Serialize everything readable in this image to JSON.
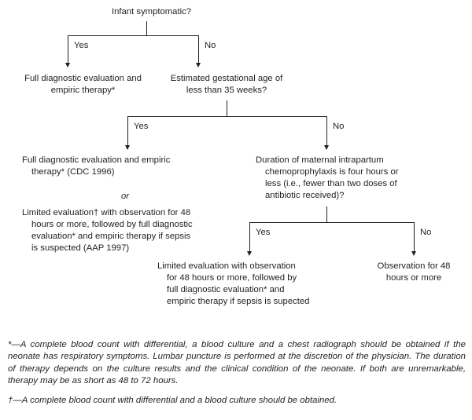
{
  "diagram": {
    "type": "flowchart",
    "title_node": "Infant symptomatic?",
    "nodes": {
      "root": "Infant symptomatic?",
      "symptomatic_yes": "Full diagnostic evaluation and\nempiric therapy*",
      "gestational_age": "Estimated gestational age of\nless than 35 weeks?",
      "preterm_yes_line1": "Full diagnostic evaluation and empiric\ntherapy* (CDC 1996)",
      "preterm_or": "or",
      "preterm_yes_line2": "Limited evaluation† with observation for 48\nhours or more, followed by full diagnostic\nevaluation* and empiric therapy if sepsis\nis suspected (AAP 1997)",
      "chemoprophylaxis": "Duration of maternal intrapartum\nchemoprophylaxis is four hours or\nless (i.e., fewer than two doses of\nantibiotic received)?",
      "chemo_yes": "Limited evaluation with observation\nfor 48 hours or more, followed by\nfull diagnostic evaluation* and\nempiric therapy if sepsis is supected",
      "chemo_no": "Observation for 48\nhours or more"
    },
    "branch_labels": {
      "level1_yes": "Yes",
      "level1_no": "No",
      "level2_yes": "Yes",
      "level2_no": "No",
      "level3_yes": "Yes",
      "level3_no": "No"
    },
    "line_color": "#231f20"
  },
  "footnotes": [
    "*—A complete blood count with differential, a blood culture and a chest radiograph should be obtained if the neonate has respiratory symptoms. Lumbar puncture is performed at the discretion of the physician. The duration of therapy depends on the culture results and the clinical condition of the neonate. If both are unremarkable, therapy may be as short as 48 to 72 hours.",
    "†—A complete blood count with differential and a blood culture should be obtained."
  ]
}
